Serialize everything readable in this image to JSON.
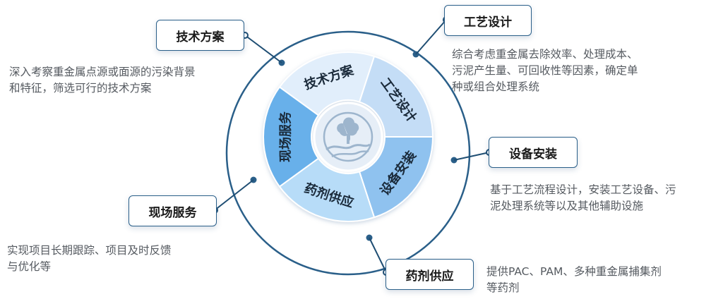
{
  "colors": {
    "ring": "#2a5f89",
    "connector": "#1f4e73",
    "segments": [
      "#e1eefb",
      "#c4ddf6",
      "#8fc2ef",
      "#b7dcf8",
      "#68b0ea"
    ],
    "center": "#e6eef7",
    "center_icon": "#9db5cd"
  },
  "center_icon": "tree-road-logo-icon",
  "segments": [
    {
      "label": "技术方案"
    },
    {
      "label": "工艺设计"
    },
    {
      "label": "设备安装"
    },
    {
      "label": "药剂供应"
    },
    {
      "label": "现场服务"
    }
  ],
  "callouts": [
    {
      "title": "技术方案",
      "desc": [
        "深入考察重金属点源或面源的污染背景",
        "和特征，筛选可行的技术方案"
      ]
    },
    {
      "title": "工艺设计",
      "desc": [
        "综合考虑重金属去除效率、处理成本、",
        "污泥产生量、可回收性等因素，确定单",
        "种或组合处理系统"
      ]
    },
    {
      "title": "设备安装",
      "desc": [
        "基于工艺流程设计，安装工艺设备、污",
        "泥处理系统等以及其他辅助设施"
      ]
    },
    {
      "title": "药剂供应",
      "desc": [
        "提供PAC、PAM、多种重金属捕集剂",
        "等药剂"
      ]
    },
    {
      "title": "现场服务",
      "desc": [
        "实现项目长期跟踪、项目及时反馈",
        "与优化等"
      ]
    }
  ]
}
